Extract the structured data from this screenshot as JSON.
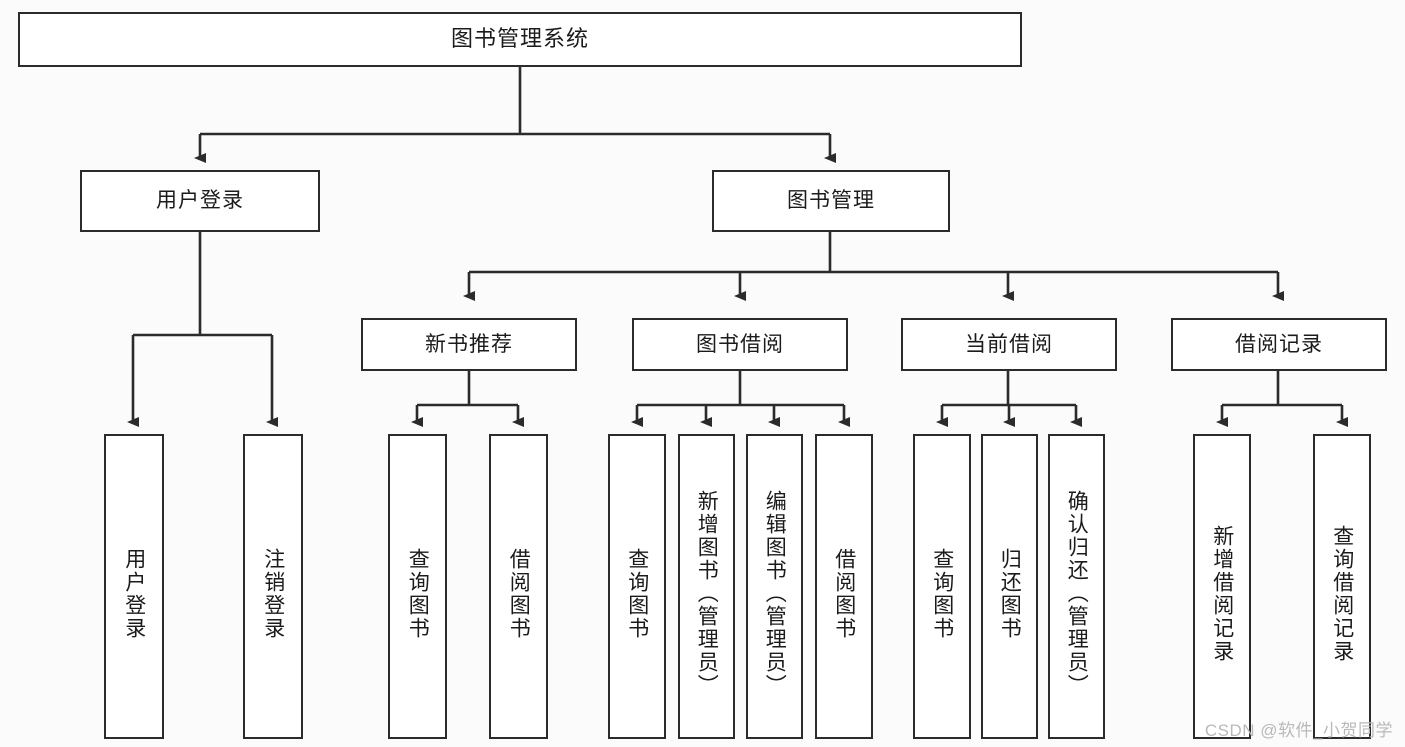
{
  "diagram": {
    "title": "图书管理系统",
    "type": "tree-hierarchy",
    "watermark": "CSDN @软件_小贺同学",
    "line_color": "#2b2b2b",
    "box_fill": "#ffffff",
    "background": "#fbfbfb",
    "nodes": {
      "root": {
        "label": "图书管理系统"
      },
      "level2": [
        {
          "id": "user-login",
          "label": "用户登录"
        },
        {
          "id": "book-management",
          "label": "图书管理"
        }
      ],
      "level3": [
        {
          "id": "new-book-recommend",
          "label": "新书推荐"
        },
        {
          "id": "book-borrow",
          "label": "图书借阅"
        },
        {
          "id": "current-borrow",
          "label": "当前借阅"
        },
        {
          "id": "borrow-record",
          "label": "借阅记录"
        }
      ],
      "leaves": {
        "user-login": [
          {
            "id": "leaf-user-login",
            "label": "用户登录"
          },
          {
            "id": "leaf-logout-login",
            "label": "注销登录"
          }
        ],
        "new-book-recommend": [
          {
            "id": "leaf-query-book-1",
            "label": "查询图书"
          },
          {
            "id": "leaf-borrow-book-1",
            "label": "借阅图书"
          }
        ],
        "book-borrow": [
          {
            "id": "leaf-query-book-2",
            "label": "查询图书"
          },
          {
            "id": "leaf-add-book-admin",
            "label": "新增图书（管理员）"
          },
          {
            "id": "leaf-edit-book-admin",
            "label": "编辑图书（管理员）"
          },
          {
            "id": "leaf-borrow-book-2",
            "label": "借阅图书"
          }
        ],
        "current-borrow": [
          {
            "id": "leaf-query-book-3",
            "label": "查询图书"
          },
          {
            "id": "leaf-return-book",
            "label": "归还图书"
          },
          {
            "id": "leaf-confirm-return-admin",
            "label": "确认归还（管理员）"
          }
        ],
        "borrow-record": [
          {
            "id": "leaf-add-borrow-record",
            "label": "新增借阅记录"
          },
          {
            "id": "leaf-query-borrow-record",
            "label": "查询借阅记录"
          }
        ]
      }
    }
  }
}
